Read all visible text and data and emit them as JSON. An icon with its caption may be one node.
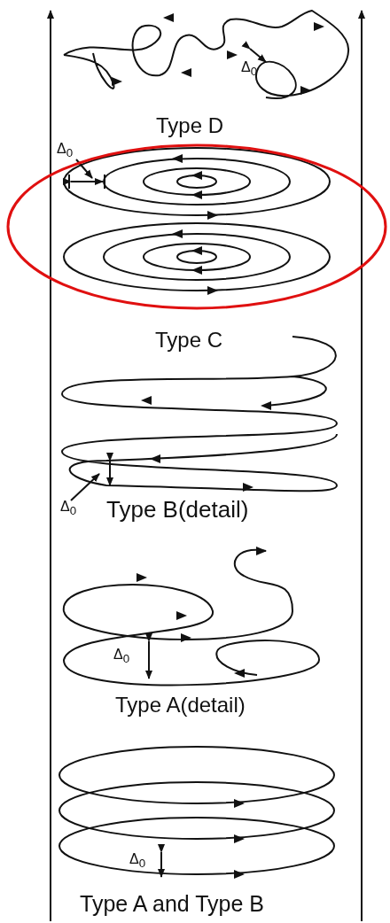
{
  "diagram": {
    "labels": [
      "Δ$_{0}$",
      "Type D",
      "Δ$_{0}$",
      "Type C",
      "Δ$_{0}$",
      "Type B(detail)",
      "Δ$_{0}$",
      "Type A(detail)",
      "Δ$_{0}$",
      "Type A and Type B"
    ]
  }
}
